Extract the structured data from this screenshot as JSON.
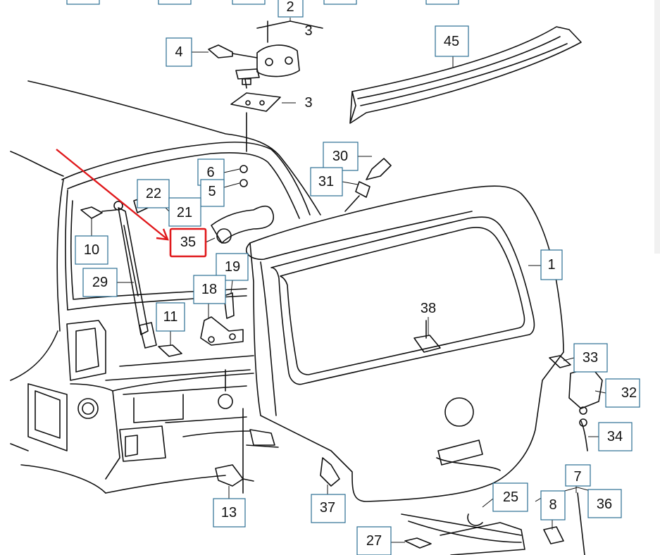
{
  "callouts": [
    {
      "id": "c2",
      "text": "2"
    },
    {
      "id": "c3a",
      "text": "3"
    },
    {
      "id": "c3b",
      "text": "3"
    },
    {
      "id": "c4",
      "text": "4"
    },
    {
      "id": "c45",
      "text": "45"
    },
    {
      "id": "c30",
      "text": "30"
    },
    {
      "id": "c31",
      "text": "31"
    },
    {
      "id": "c6",
      "text": "6"
    },
    {
      "id": "c5",
      "text": "5"
    },
    {
      "id": "c22",
      "text": "22"
    },
    {
      "id": "c21",
      "text": "21"
    },
    {
      "id": "c35",
      "text": "35"
    },
    {
      "id": "c10",
      "text": "10"
    },
    {
      "id": "c29",
      "text": "29"
    },
    {
      "id": "c19",
      "text": "19"
    },
    {
      "id": "c18",
      "text": "18"
    },
    {
      "id": "c11",
      "text": "11"
    },
    {
      "id": "c1",
      "text": "1"
    },
    {
      "id": "c38",
      "text": "38"
    },
    {
      "id": "c33",
      "text": "33"
    },
    {
      "id": "c32",
      "text": "32"
    },
    {
      "id": "c34",
      "text": "34"
    },
    {
      "id": "c13",
      "text": "13"
    },
    {
      "id": "c37",
      "text": "37"
    },
    {
      "id": "c25",
      "text": "25"
    },
    {
      "id": "c7",
      "text": "7"
    },
    {
      "id": "c8",
      "text": "8"
    },
    {
      "id": "c36",
      "text": "36"
    },
    {
      "id": "c27",
      "text": "27"
    }
  ],
  "highlight": {
    "callout": "c35",
    "color": "#e0191c"
  },
  "colors": {
    "box_stroke": "#2b6e93",
    "line": "#111111",
    "highlight": "#e0191c"
  }
}
